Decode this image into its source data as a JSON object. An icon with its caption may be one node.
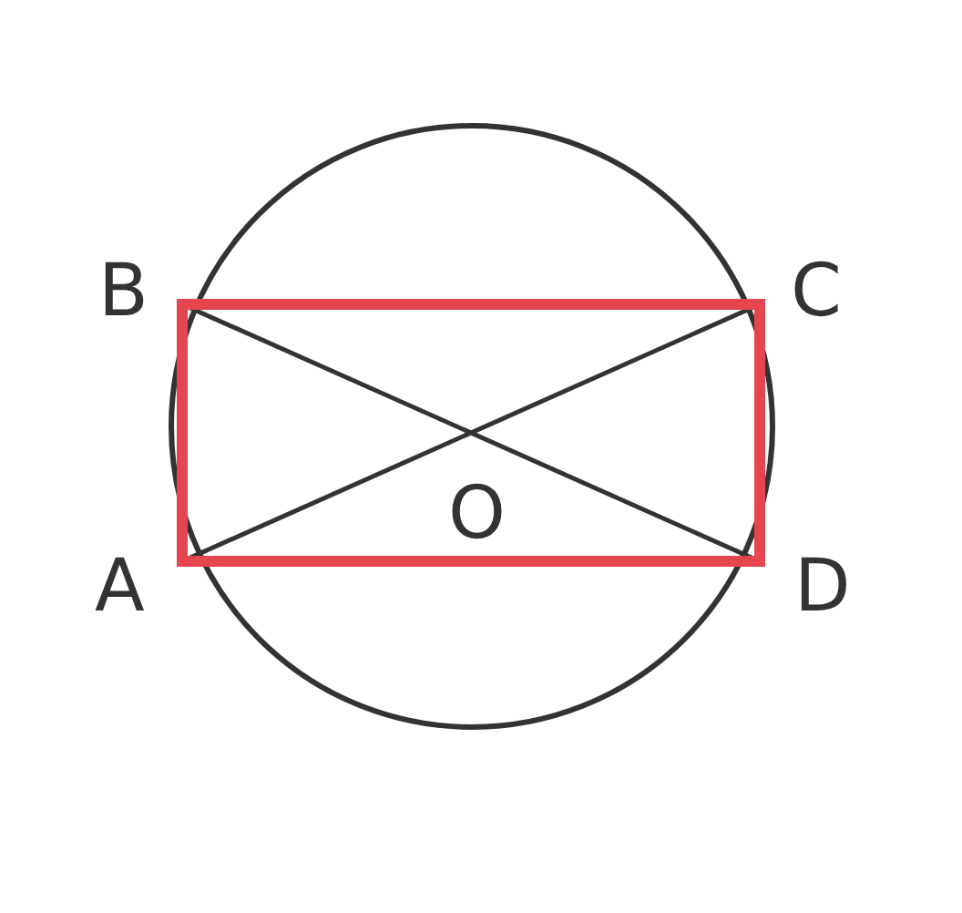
{
  "diagram": {
    "labels": [
      "B",
      "C",
      "O",
      "A",
      "D"
    ]
  }
}
